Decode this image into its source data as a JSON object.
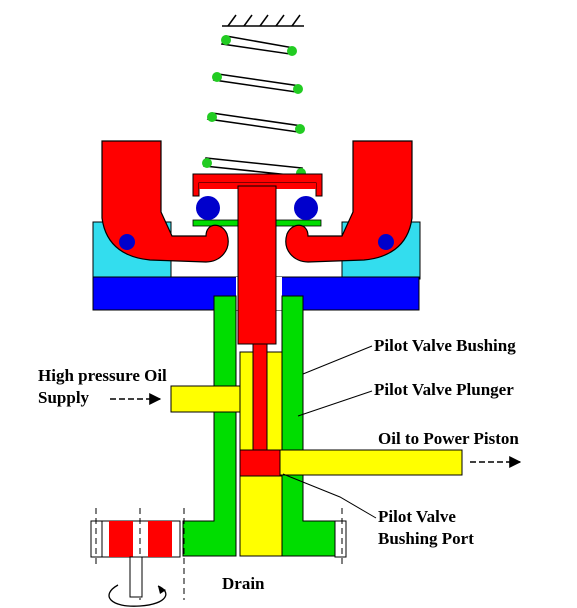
{
  "labels": {
    "pilot_valve_bushing": "Pilot Valve Bushing",
    "pilot_valve_plunger": "Pilot Valve Plunger",
    "oil_to_power_piston": "Oil to Power Piston",
    "pilot_valve_bushing_port_line1": "Pilot Valve",
    "pilot_valve_bushing_port_line2": "Bushing Port",
    "high_pressure_oil_line1": "High pressure Oil",
    "high_pressure_oil_line2": "Supply",
    "drain": "Drain"
  },
  "colors": {
    "spring_end": "#22cc22",
    "flyweight": "#ff0000",
    "ball_head": "#0000cc",
    "cyan_housing": "#33ddee",
    "base_plate": "#0000ff",
    "bushing": "#00dd00",
    "plunger": "#ff0000",
    "oil": "#ffff00",
    "outline": "#000000"
  }
}
